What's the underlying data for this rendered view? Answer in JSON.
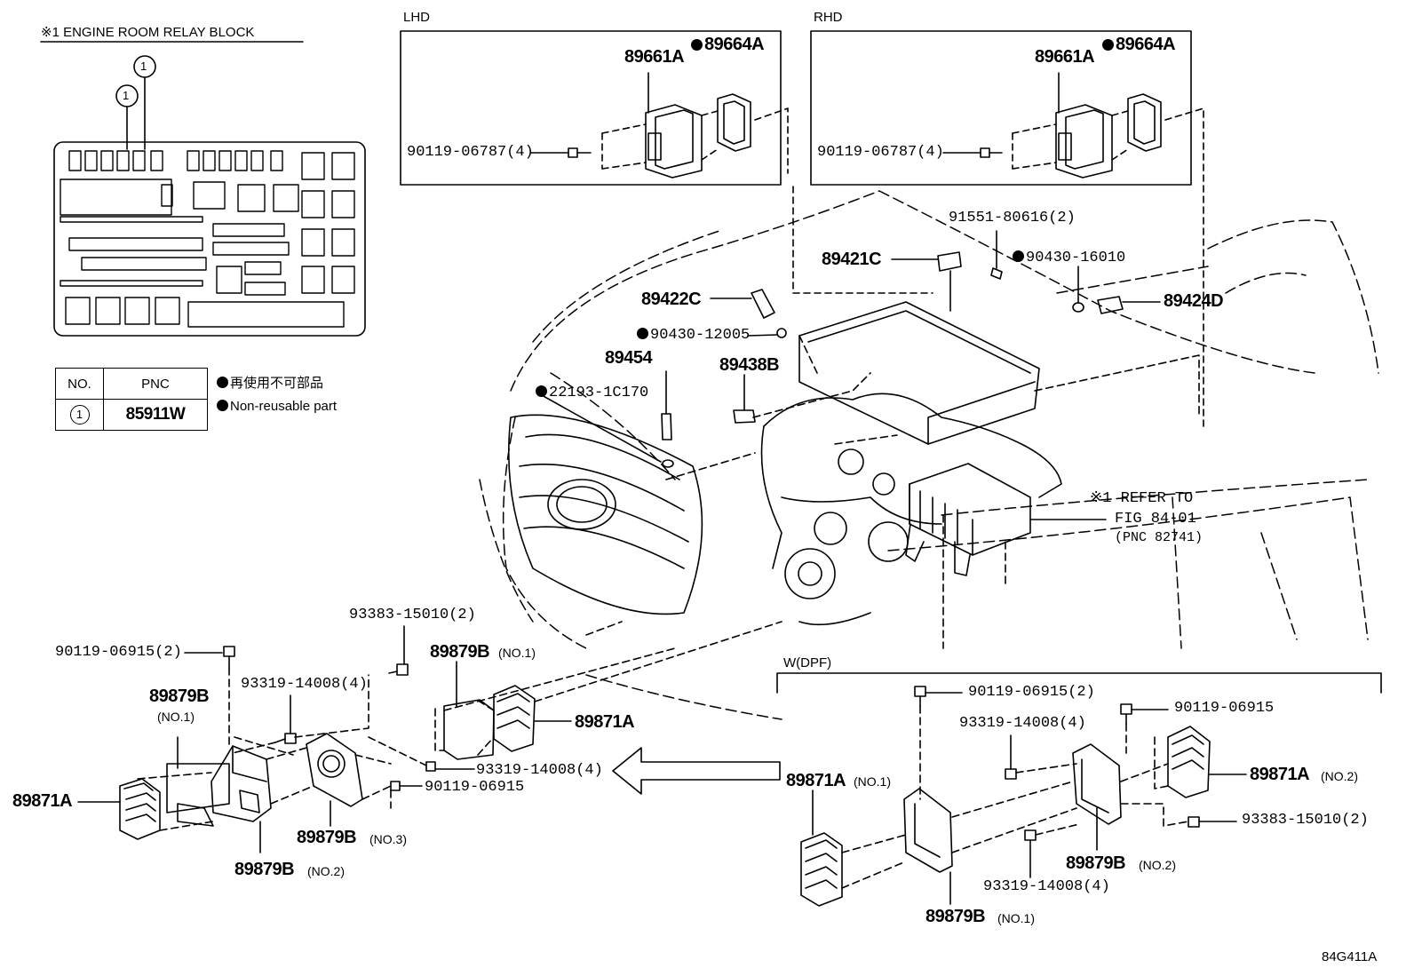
{
  "relay_block": {
    "title": "※1 ENGINE ROOM RELAY BLOCK",
    "callout": "1"
  },
  "table": {
    "headers": [
      "NO.",
      "PNC"
    ],
    "rows": [
      {
        "no": "1",
        "pnc": "85911W"
      }
    ],
    "legend_ja": "再使用不可部品",
    "legend_en": "Non-reusable part"
  },
  "lhd": {
    "title": "LHD",
    "parts": {
      "screw": "90119-06787(4)",
      "module": "89661A",
      "cover": "89664A"
    }
  },
  "rhd": {
    "title": "RHD",
    "parts": {
      "screw": "90119-06787(4)",
      "module": "89661A",
      "cover": "89664A"
    }
  },
  "engine_parts": {
    "p91551": "91551-80616(2)",
    "p89421C": "89421C",
    "p90430_16010": "90430-16010",
    "p89424D": "89424D",
    "p89422C": "89422C",
    "p90430_12005": "90430-12005",
    "p89454": "89454",
    "p22193": "22193-1C170",
    "p89438B": "89438B"
  },
  "refer": {
    "line1": "※1 REFER TO",
    "line2": "FIG 84-01",
    "line3": "(PNC 82741)"
  },
  "left_group": {
    "screw1": "90119-06915(2)",
    "nut": "93383-15010(2)",
    "bolt1": "93319-14008(4)",
    "bracket_no1_a": "89879B",
    "bracket_no1_a_sub": "(NO.1)",
    "bracket_no1_b": "89879B",
    "bracket_no1_b_sub": "(NO.1)",
    "ecu_a": "89871A",
    "ecu_b": "89871A",
    "bolt2": "93319-14008(4)",
    "screw2": "90119-06915",
    "bracket_no3": "89879B",
    "bracket_no3_sub": "(NO.3)",
    "bracket_no2": "89879B",
    "bracket_no2_sub": "(NO.2)"
  },
  "dpf": {
    "title": "W(DPF)",
    "screw1": "90119-06915(2)",
    "screw2": "90119-06915",
    "bolt1": "93319-14008(4)",
    "ecu_no2": "89871A",
    "ecu_no2_sub": "(NO.2)",
    "nut": "93383-15010(2)",
    "ecu_no1": "89871A",
    "ecu_no1_sub": "(NO.1)",
    "bracket_no2": "89879B",
    "bracket_no2_sub": "(NO.2)",
    "bolt2": "93319-14008(4)",
    "bracket_no1": "89879B",
    "bracket_no1_sub": "(NO.1)"
  },
  "figure_code": "84G411A"
}
